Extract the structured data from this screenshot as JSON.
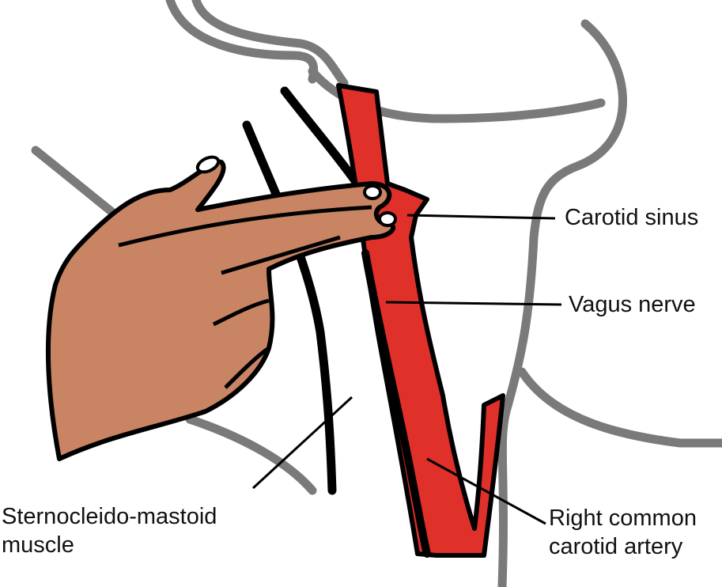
{
  "labels": {
    "carotid_sinus": "Carotid sinus",
    "vagus_nerve": "Vagus nerve",
    "scm_line1": "Sternocleido-mastoid",
    "scm_line2": "muscle",
    "rcca_line1": "Right common",
    "rcca_line2": "carotid artery"
  },
  "colors": {
    "artery": "#e0302a",
    "skin": "#c98463",
    "outline_gray": "#7a7a7a",
    "ink": "#000000"
  }
}
